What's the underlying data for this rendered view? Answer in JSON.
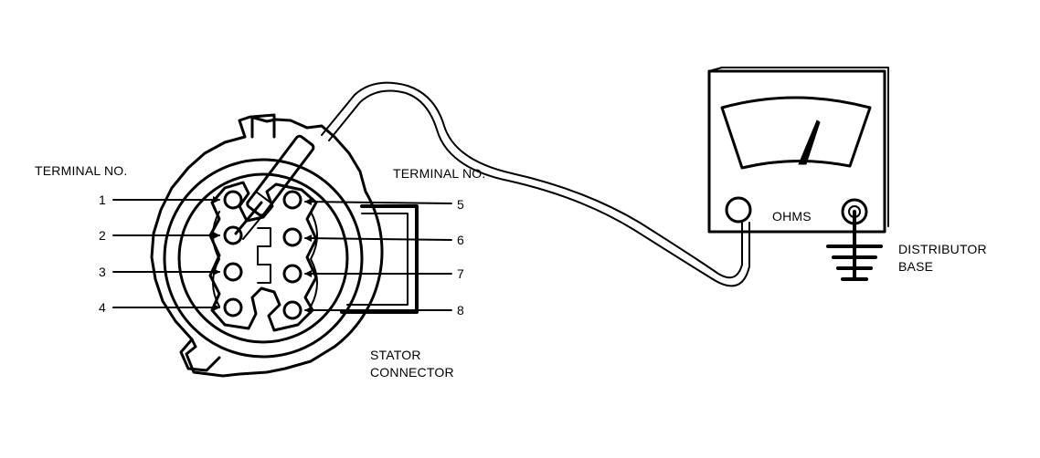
{
  "labels": {
    "terminal_left": "TERMINAL NO.",
    "terminal_right": "TERMINAL NO.",
    "stator_line1": "STATOR",
    "stator_line2": "CONNECTOR",
    "ohms": "OHMS",
    "ground_line1": "DISTRIBUTOR",
    "ground_line2": "BASE"
  },
  "terminals": {
    "left": [
      "1",
      "2",
      "3",
      "4"
    ],
    "right": [
      "5",
      "6",
      "7",
      "8"
    ]
  },
  "probe_terminal": "2"
}
